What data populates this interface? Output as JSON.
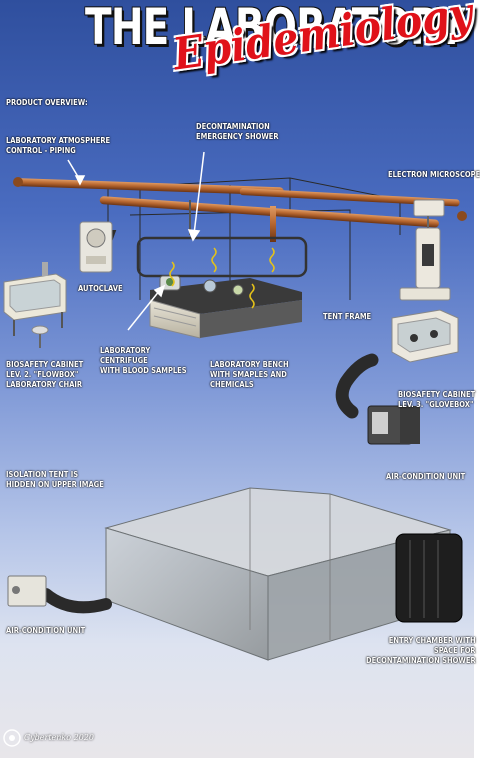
{
  "title": {
    "line1": "THE LABORATORY",
    "line2": "Epidemiology"
  },
  "labels": {
    "overview": "PRODUCT OVERVIEW:",
    "atmosphere": [
      "LABORATORY ATMOSPHERE",
      "CONTROL - PIPING"
    ],
    "shower": [
      "DECONTAMINATION",
      "EMERGENCY SHOWER"
    ],
    "microscope": "ELECTRON MICROSCOPE",
    "autoclave": "AUTOCLAVE",
    "tent_frame": "TENT FRAME",
    "centrifuge": [
      "LABORATORY",
      "CENTRIFUGE",
      "WITH BLOOD SAMPLES"
    ],
    "bench": [
      "LABORATORY BENCH",
      "WITH SMAPLES AND",
      "CHEMICALS"
    ],
    "flowbox": [
      "BIOSAFETY CABINET",
      "LEV. 2. \"FLOWBOX\"",
      "LABORATORY CHAIR"
    ],
    "glovebox": [
      "BIOSAFETY CABINET",
      "LEV. 3. \"GLOVEBOX\""
    ],
    "aircon_right": "AIR-CONDITION UNIT",
    "isolation": [
      "ISOLATION TENT IS",
      "HIDDEN ON UPPER IMAGE"
    ],
    "aircon_left": "AIR-CONDITION UNIT",
    "entry": [
      "ENTRY CHAMBER WITH",
      "SPACE FOR",
      "DECONTAMINATION SHOWER"
    ]
  },
  "signature": "Cybertenko 2020",
  "colors": {
    "sky_top": "#2f4f9e",
    "title_red": "#e0121a",
    "pipe": "#b5652e"
  }
}
